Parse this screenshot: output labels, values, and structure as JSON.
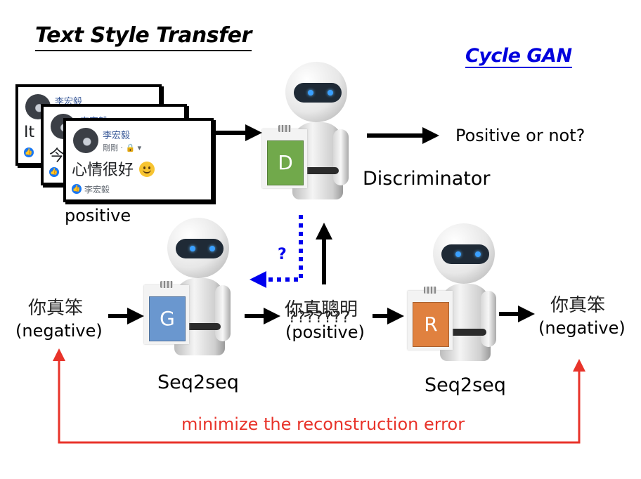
{
  "title": "Text Style Transfer",
  "subtitle": "Cycle GAN",
  "colors": {
    "generator": "#6a97cf",
    "discriminator": "#71a94b",
    "reconstructor": "#e0813f",
    "reconstruction_arrow": "#e8332a",
    "question_arrow": "#0000ee",
    "subtitle": "#0000dd"
  },
  "fb_cards": [
    {
      "name": "李宏毅",
      "post": "It i"
    },
    {
      "name": "李宏毅",
      "post": "今"
    },
    {
      "name": "李宏毅",
      "meta": "剛剛 · 🔒 ▾",
      "post": "心情很好",
      "liker": "李宏毅",
      "emoji": "smiley"
    }
  ],
  "positive_label": "positive",
  "discriminator": {
    "letter": "D",
    "caption": "Discriminator",
    "output": "Positive or not?"
  },
  "generator": {
    "letter": "G",
    "caption": "Seq2seq"
  },
  "reconstructor": {
    "letter": "R",
    "caption": "Seq2seq"
  },
  "input": {
    "text": "你真笨",
    "sentiment": "(negative)"
  },
  "middle": {
    "text": "你真聰明",
    "garbled": "???????",
    "sentiment": "(positive)"
  },
  "output": {
    "text": "你真笨",
    "sentiment": "(negative)"
  },
  "question_mark": "?",
  "reconstruction_label": "minimize the reconstruction error"
}
